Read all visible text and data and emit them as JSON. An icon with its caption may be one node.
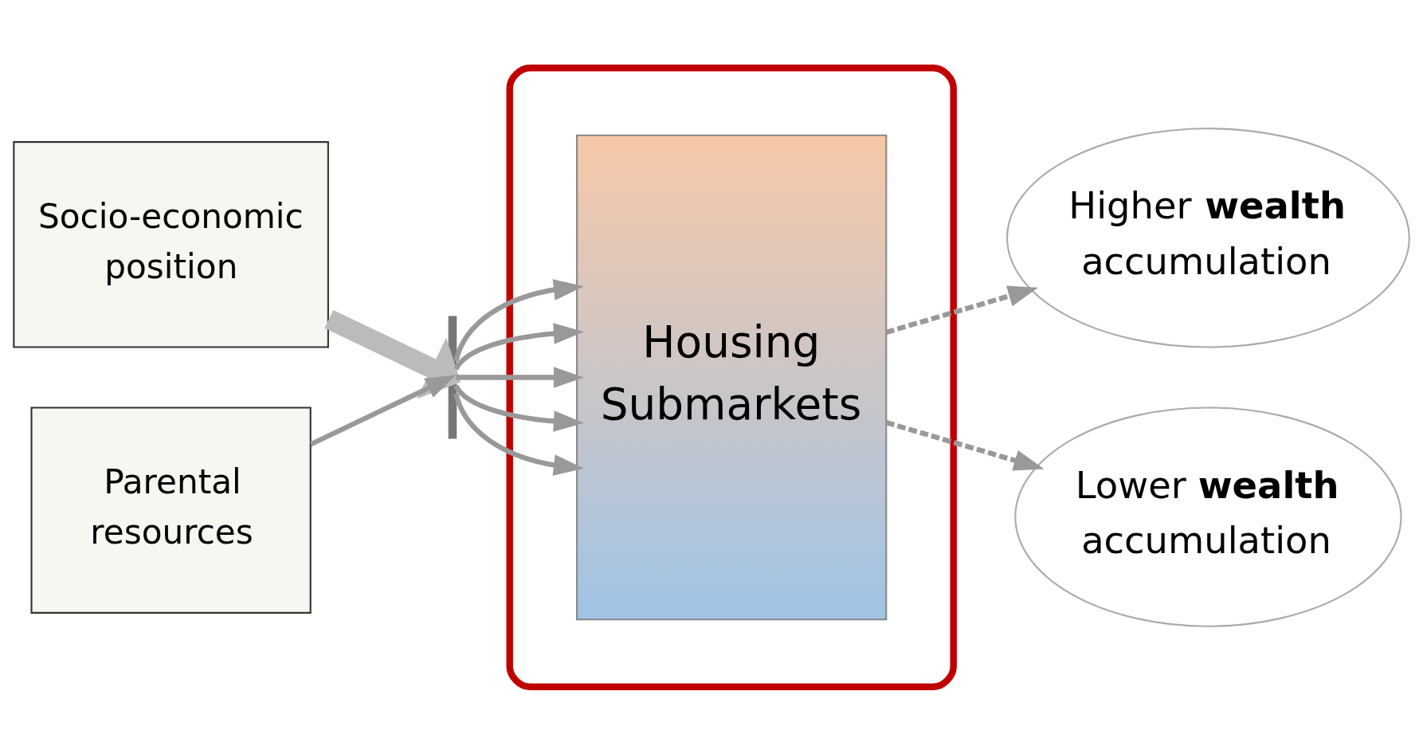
{
  "diagram": {
    "nodes": [
      {
        "text": [
          "Socio-economic position"
        ]
      },
      {
        "text": [
          "Parental resources"
        ]
      },
      {
        "text": [],
        "shape": "ellipse"
      },
      {
        "text": [
          "Housing",
          "Submarkets"
        ],
        "in": 2
      },
      {
        "text": [
          "Higher **wealth** accumulation"
        ]
      },
      {
        "text": [
          "Lower **wealth** accumulation"
        ]
      },
      {
        "text": [],
        "shape": "bar"
      }
    ],
    "edges": [
      {
        "from": 0,
        "to": 6,
        "arrow": "to",
        "style": "thick"
      },
      {
        "from": 1,
        "to": 6,
        "arrow": "to"
      },
      {
        "from": 6,
        "to": 3,
        "arrow": "to"
      },
      {
        "from": 6,
        "to": 3,
        "arrow": "to"
      },
      {
        "from": 6,
        "to": 3,
        "arrow": "to"
      },
      {
        "from": 6,
        "to": 3,
        "arrow": "to"
      },
      {
        "from": 6,
        "to": 3,
        "arrow": "to"
      },
      {
        "from": 3,
        "to": 4,
        "arrow": "to",
        "style": "dashed"
      },
      {
        "from": 3,
        "to": 5,
        "arrow": "to",
        "style": "dashed"
      }
    ]
  }
}
